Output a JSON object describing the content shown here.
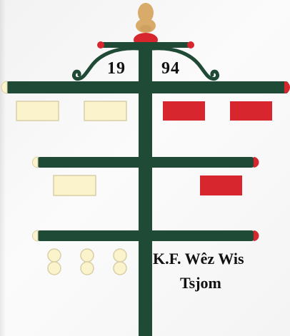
{
  "emblem": {
    "year_left": "19",
    "year_right": "94",
    "club_name_line1": "K.F. Wêz Wis",
    "club_name_line2": "Tsjom"
  },
  "colors": {
    "pole_green": "#1f4a35",
    "accent_red": "#d7262e",
    "cream": "#fbf3cc",
    "cream_border": "#d8cfa6",
    "finial_gold": "#d9ab6a",
    "background": "#f6f6f6"
  },
  "icons": {
    "finial": "acorn-finial-icon",
    "scroll": "scroll-ornament-icon",
    "ball": "stacked-ball-icon"
  }
}
